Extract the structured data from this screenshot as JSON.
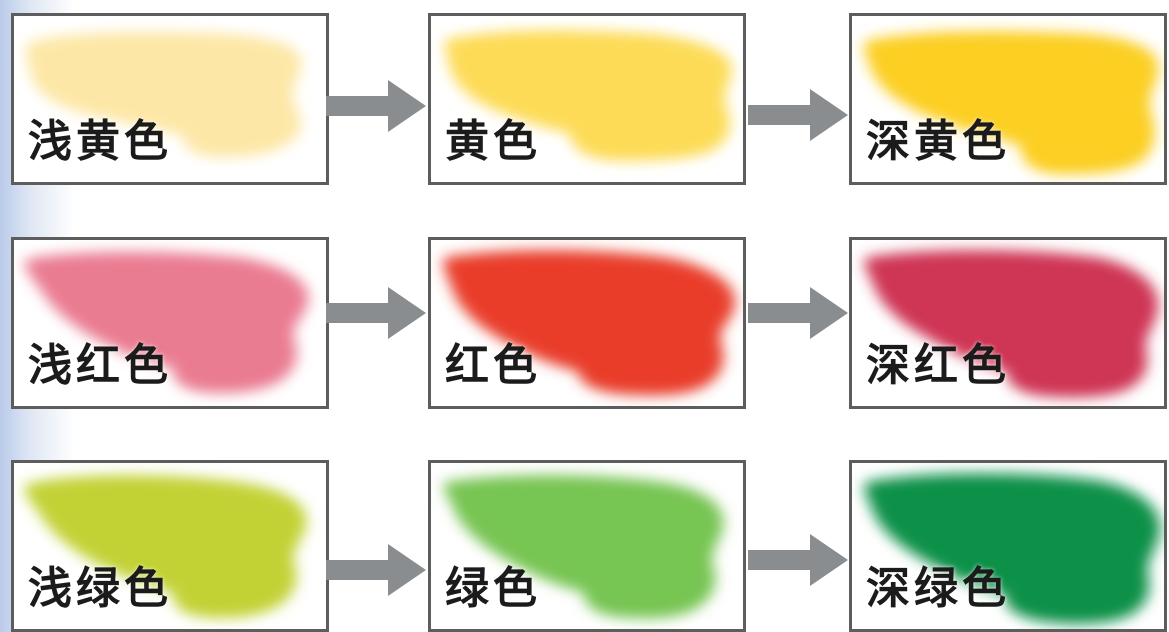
{
  "rows": [
    {
      "family": "yellow",
      "swatches": [
        {
          "label": "浅黄色",
          "color": "#fde7a6"
        },
        {
          "label": "黄色",
          "color": "#fddb57"
        },
        {
          "label": "深黄色",
          "color": "#fccf22"
        }
      ]
    },
    {
      "family": "red",
      "swatches": [
        {
          "label": "浅红色",
          "color": "#ea7b92"
        },
        {
          "label": "红色",
          "color": "#e93e2c"
        },
        {
          "label": "深红色",
          "color": "#cf3555"
        }
      ]
    },
    {
      "family": "green",
      "swatches": [
        {
          "label": "浅绿色",
          "color": "#c2d235"
        },
        {
          "label": "绿色",
          "color": "#77c552"
        },
        {
          "label": "深绿色",
          "color": "#0a9148"
        }
      ]
    }
  ],
  "colors": {
    "frame_border": "#5d5d5d",
    "arrow": "#898d90",
    "label_text": "#1b1b1b"
  },
  "icons": {
    "arrow": "right-arrow-icon",
    "swatch": "paint-stroke-icon"
  }
}
